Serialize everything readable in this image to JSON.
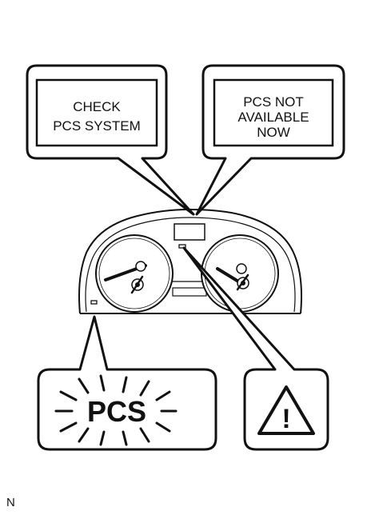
{
  "callouts": {
    "left_message": [
      "CHECK",
      "PCS SYSTEM"
    ],
    "right_message": [
      "PCS NOT",
      "AVAILABLE",
      "NOW"
    ],
    "pcs_label": "PCS",
    "warning_symbol": "!"
  },
  "figure_code": "N",
  "icons": [
    "warning-triangle-icon",
    "pcs-indicator-icon",
    "gauge-icon"
  ],
  "colors": {
    "ink": "#111111",
    "background": "#ffffff"
  }
}
